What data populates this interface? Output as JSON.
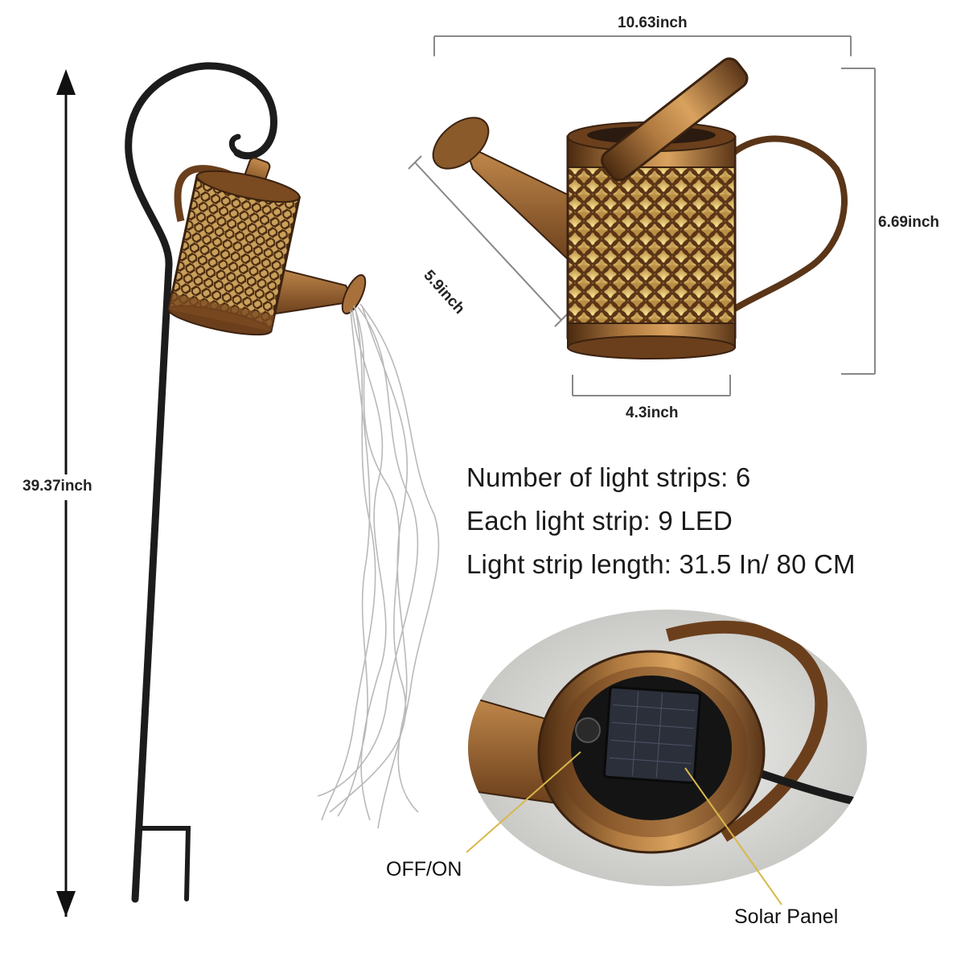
{
  "dimensions": {
    "height_total": "39.37inch",
    "length": "10.63inch",
    "can_height": "6.69inch",
    "spout_length": "5.9inch",
    "base_width": "4.3inch"
  },
  "specs": [
    "Number of light strips: 6",
    "Each light strip: 9 LED",
    "Light strip length: 31.5 In/ 80 CM"
  ],
  "callouts": {
    "switch": "OFF/ON",
    "solar": "Solar Panel"
  },
  "colors": {
    "copper": "#a8703a",
    "copper_dark": "#5a3518",
    "stake": "#1c1c1c",
    "wire": "#b9b9b9",
    "leader": "#d8b84a"
  }
}
